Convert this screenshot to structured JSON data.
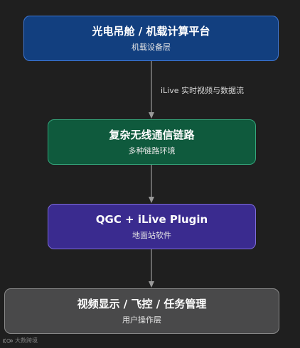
{
  "colors": {
    "background": "#1f1f1f",
    "hardware_layer": "#123f7f",
    "comm_layer": "#0f5a3d",
    "ground_layer": "#3a2b8f",
    "user_layer": "#49494a",
    "arrow": "#9a9a9a"
  },
  "layers": [
    {
      "title": "光电吊舱 / 机载计算平台",
      "subtitle": "机载设备层"
    },
    {
      "title": "复杂无线通信链路",
      "subtitle": "多种链路环境"
    },
    {
      "title": "QGC + iLive Plugin",
      "subtitle": "地面站软件"
    },
    {
      "title": "视频显示 / 飞控 / 任务管理",
      "subtitle": "用户操作层"
    }
  ],
  "edges": [
    {
      "label": "iLive 实时视频与数据流"
    }
  ],
  "watermark": {
    "text": "大数跨境",
    "logo": "brand-logo-icon"
  }
}
